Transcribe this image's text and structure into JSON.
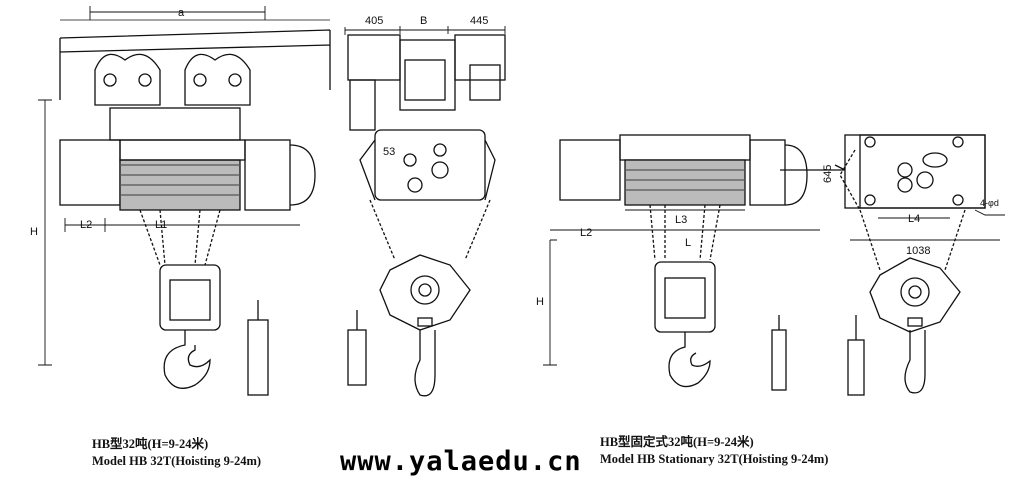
{
  "dimensions": {
    "left_view": {
      "top": "a",
      "left_short": "L2",
      "left_long": "L1",
      "height": "H"
    },
    "side_view": {
      "left_width": "405",
      "center": "B",
      "right_width": "445",
      "label": "53"
    },
    "stationary_view": {
      "inner": "L3",
      "total": "L",
      "left": "L2",
      "height": "H"
    },
    "stationary_side": {
      "depth": "645",
      "span": "L4",
      "holes": "4-φd",
      "width": "1038"
    }
  },
  "captions": {
    "left_line1": "HB型32吨(H=9-24米)",
    "left_line2": "Model HB 32T(Hoisting 9-24m)",
    "right_line1": "HB型固定式32吨(H=9-24米)",
    "right_line2": "Model HB Stationary 32T(Hoisting 9-24m)"
  },
  "watermark": "www.yalaedu.cn"
}
